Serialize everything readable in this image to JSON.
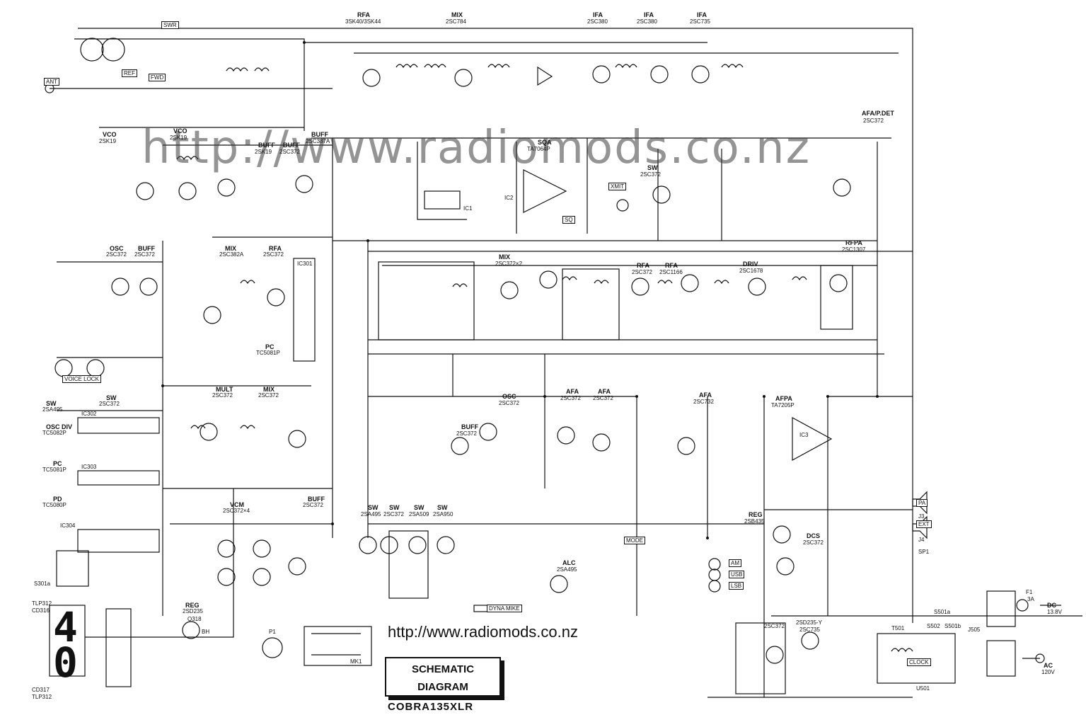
{
  "watermark": "http://www.radiomods.co.nz",
  "url_footer": "http://www.radiomods.co.nz",
  "title_block": {
    "line1": "SCHEMATIC",
    "line2": "DIAGRAM",
    "model": "COBRA135XLR"
  },
  "display_digits": [
    "4",
    "0"
  ],
  "labels": {
    "rfa": "RFA",
    "rfa_part": "3SK40/3SK44",
    "mix": "MIX",
    "mix_part": "2SC784",
    "ifa1": "IFA",
    "ifa1_part": "2SC380",
    "ifa2": "IFA",
    "ifa2_part": "2SC380",
    "ifa3": "IFA",
    "ifa3_part": "2SC735",
    "afa_pdet": "AFA/P.DET",
    "afa_pdet_part": "2SC372",
    "sqa": "SQA",
    "sqa_part": "TA7064P",
    "vco1": "VCO",
    "vco1_part": "2SK19",
    "vco2": "VCO",
    "vco2_part": "2SK19",
    "buff1": "BUFF",
    "buff1_part": "2SK19",
    "buff2": "BUFF",
    "buff2_part": "2SC372",
    "buff3": "BUFF",
    "buff3_part": "2SC387A",
    "osc": "OSC",
    "osc_part": "2SC372",
    "buff4": "BUFF",
    "buff4_part": "2SC372",
    "mix2": "MIX",
    "mix2_part": "2SC382A",
    "rfa2": "RFA",
    "rfa2_part": "2SC372",
    "pc": "PC",
    "pc_part": "TC5081P",
    "voice_lock": "VOICE LOCK",
    "sw1": "SW",
    "sw1_part": "2SA495",
    "sw2": "SW",
    "sw2_part": "2SC372",
    "mult": "MULT",
    "mult_part": "2SC372",
    "mix3": "MIX",
    "mix3_part": "2SC372",
    "osc_div": "OSC DIV",
    "osc_div_part": "TC5082P",
    "pc2": "PC",
    "pc2_part": "TC5081P",
    "pd": "PD",
    "pd_part": "TC5080P",
    "vcm": "VCM",
    "vcm_part": "2SC372×4",
    "buff5": "BUFF",
    "buff5_part": "2SC372",
    "reg1": "REG",
    "reg1_part": "2SD235",
    "mix4": "MIX",
    "mix4_part": "2SC372×2",
    "rfa3": "RFA",
    "rfa3_part": "2SC372",
    "rfa4": "RFA",
    "rfa4_part": "2SC1166",
    "driv": "DRIV",
    "driv_part": "2SC1678",
    "rfpa": "RFPA",
    "rfpa_part": "2SC1307",
    "sw3": "SW",
    "sw3_part": "2SC372",
    "osc2": "OSC",
    "osc2_part": "2SC372",
    "buff6": "BUFF",
    "buff6_part": "2SC372",
    "afa1": "AFA",
    "afa1_part": "2SC372",
    "afa2": "AFA",
    "afa2_part": "2SC372",
    "afa3": "AFA",
    "afa3_part": "2SC732",
    "afpa": "AFPA",
    "afpa_part": "TA7205P",
    "sw4": "SW",
    "sw4_part": "2SA495",
    "sw5": "SW",
    "sw5_part": "2SC372",
    "sw6": "SW",
    "sw6_part": "2SA509",
    "sw7": "SW",
    "sw7_part": "2SA950",
    "alc": "ALC",
    "alc_part": "2SA495",
    "reg2": "REG",
    "reg2_part": "2SB435",
    "dcs": "DCS",
    "dcs_part": "2SC372",
    "reg3": "2SC372",
    "reg4": "2SD235-Y",
    "reg4_part": "2SC735",
    "dyna_mike": "DYNA MIKE",
    "mode": "MODE",
    "am": "AM",
    "usb": "USB",
    "lsb": "LSB",
    "ac": "AC",
    "ac_v": "120V",
    "dc": "DC",
    "dc_v": "13.8V",
    "clock": "CLOCK",
    "swr": "SWR",
    "ref": "REF",
    "fwd": "FWD",
    "ant": "ANT",
    "ext": "EXT",
    "pa": "PA",
    "sp1": "SP1",
    "j3": "J3",
    "j4": "J4",
    "mk1": "MK1",
    "p1": "P1",
    "tlp312_top": "TLP312",
    "tlp312_bot": "TLP312",
    "cd316": "CD316",
    "cd317": "CD317",
    "ic301": "IC301",
    "ic302": "IC302",
    "ic303": "IC303",
    "ic304": "IC304",
    "ic1": "IC1",
    "ic2": "IC2",
    "ic3": "IC3",
    "xmit": "XMIT",
    "sql": "SQ",
    "s301a": "S301a",
    "q318": "Q318",
    "bh": "BH",
    "s502": "S502",
    "s501b": "S501b",
    "s501a": "S501a",
    "u501": "U501",
    "t501": "T501",
    "j505": "J505",
    "f1": "F1",
    "f1_val": "3A"
  }
}
